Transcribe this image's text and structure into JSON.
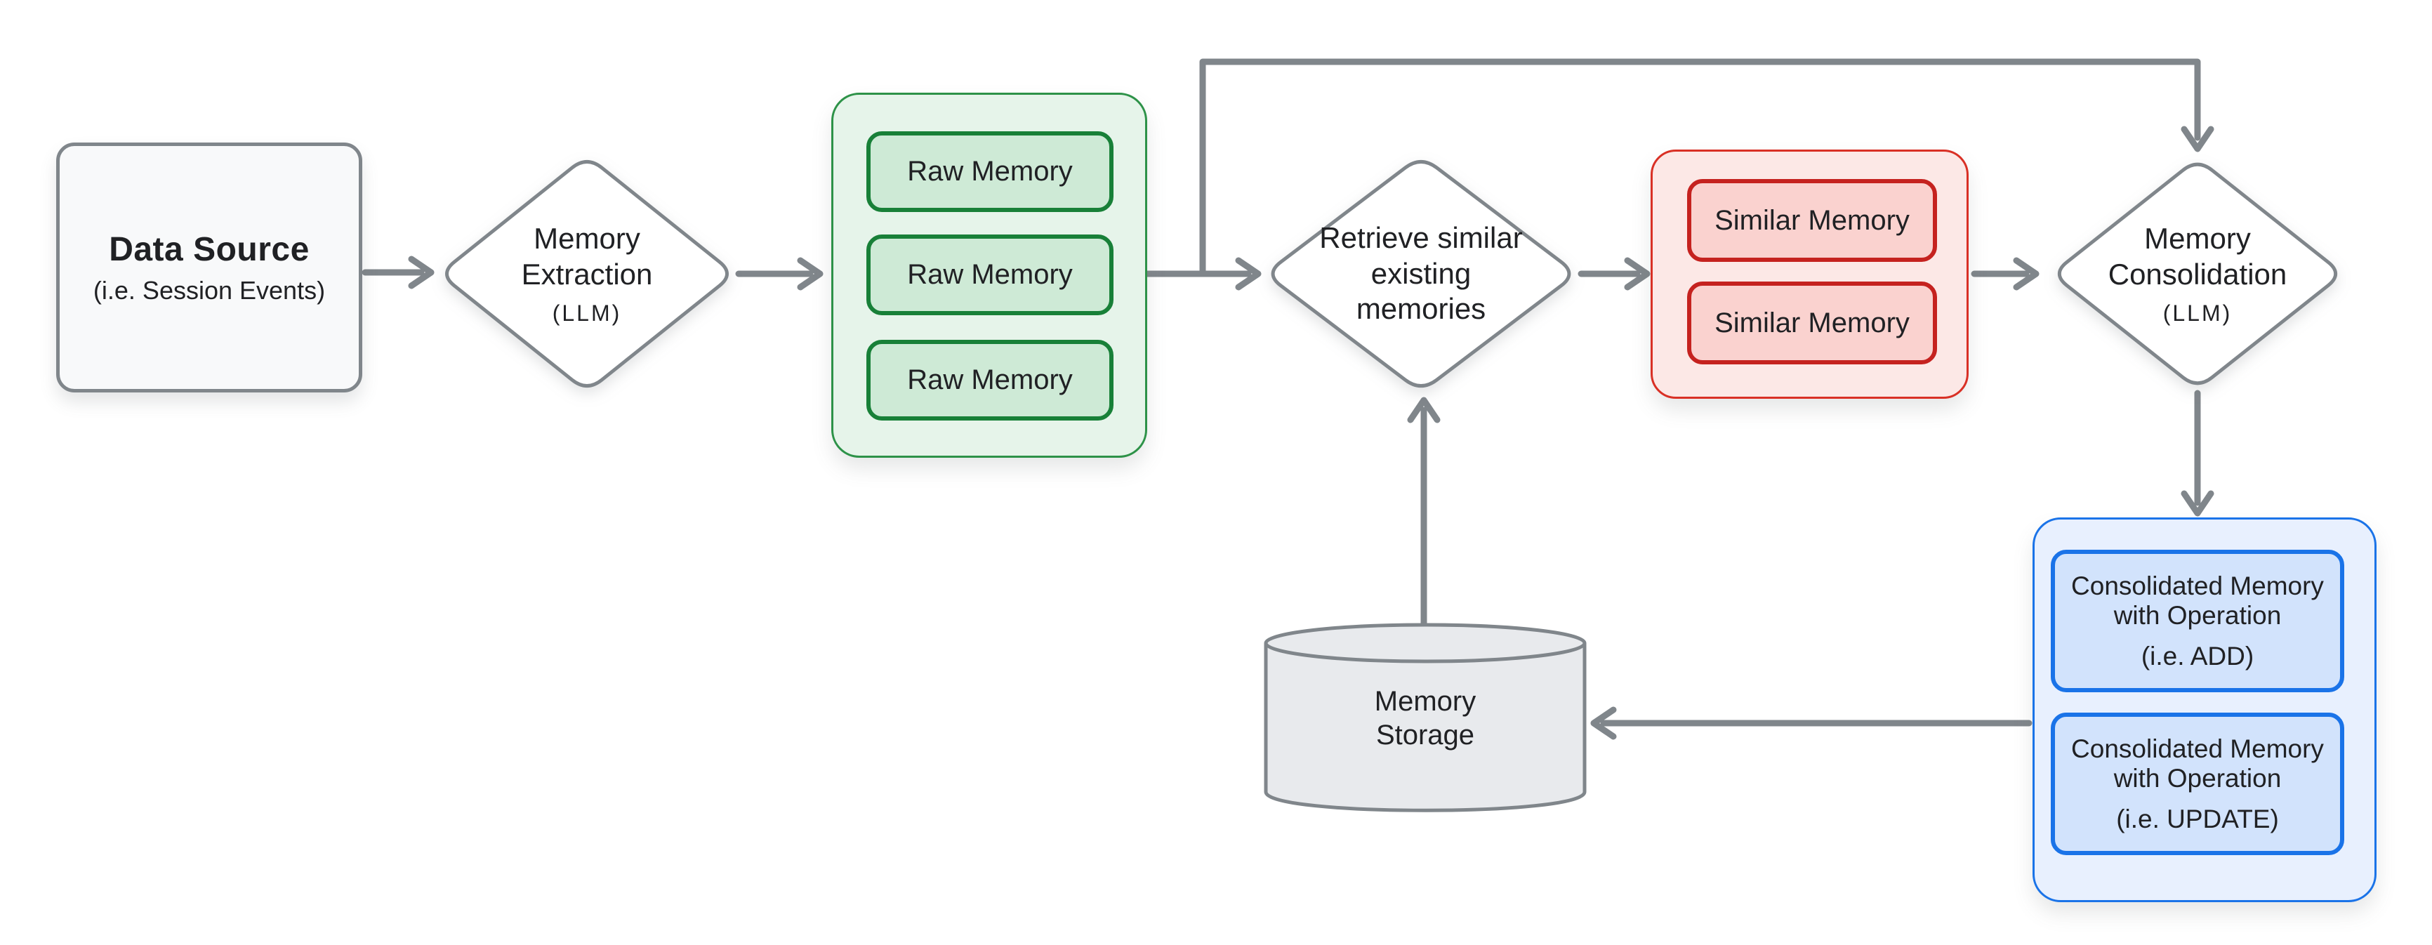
{
  "palette": {
    "bg": "#ffffff",
    "arrow": "#80868b",
    "shape_stroke": "#80868b",
    "gray_fill": "#f8f9fa",
    "cylinder_fill": "#e8eaed",
    "green_fill": "#e6f4ea",
    "green_border": "#2d9248",
    "green_chip": "#ceead6",
    "green_chip_border": "#188038",
    "red_fill": "#fce8e6",
    "red_border": "#d93025",
    "red_chip": "#fad2cf",
    "red_chip_border": "#c5221f",
    "blue_fill": "#e8f0fe",
    "blue_border": "#1a73e8",
    "blue_chip": "#d2e3fc",
    "blue_chip_border": "#1a73e8",
    "text": "#202124"
  },
  "nodes": {
    "data_source": {
      "title": "Data Source",
      "subtitle": "(i.e. Session Events)"
    },
    "memory_extraction": {
      "line1": "Memory",
      "line2": "Extraction",
      "sub": "(LLM)"
    },
    "raw_memories": {
      "chips": [
        "Raw Memory",
        "Raw Memory",
        "Raw Memory"
      ]
    },
    "retrieve": {
      "line1": "Retrieve similar",
      "line2": "existing",
      "line3": "memories"
    },
    "similar_memories": {
      "chips": [
        "Similar Memory",
        "Similar Memory"
      ]
    },
    "memory_consolidation": {
      "line1": "Memory",
      "line2": "Consolidation",
      "sub": "(LLM)"
    },
    "consolidated_memories": {
      "chips": [
        {
          "line1": "Consolidated Memory",
          "line2": "with Operation",
          "note": "(i.e. ADD)"
        },
        {
          "line1": "Consolidated Memory",
          "line2": "with Operation",
          "note": "(i.e. UPDATE)"
        }
      ]
    },
    "memory_storage": {
      "line1": "Memory",
      "line2": "Storage"
    }
  }
}
